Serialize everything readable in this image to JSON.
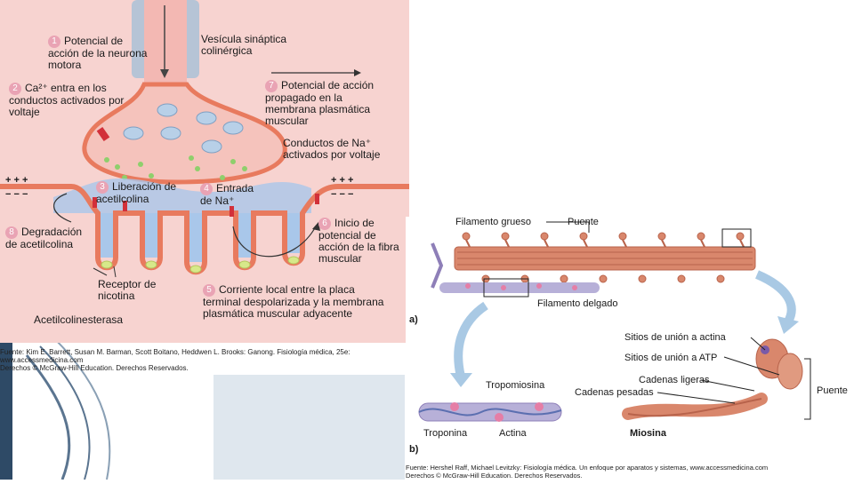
{
  "nmj": {
    "steps": [
      {
        "n": "1",
        "text": "Potencial de acción de la neurona motora"
      },
      {
        "n": "2",
        "text": "Ca²⁺ entra en los conductos activados por voltaje"
      },
      {
        "n": "3",
        "text": "Liberación de acetilcolina"
      },
      {
        "n": "4",
        "text": "Entrada de Na⁺"
      },
      {
        "n": "5",
        "text": "Corriente local entre la placa terminal despolarizada y la membrana plasmática muscular adyacente"
      },
      {
        "n": "6",
        "text": "Inicio de potencial de acción de la fibra muscular"
      },
      {
        "n": "7",
        "text": "Potencial de acción propagado en la membrana plasmática muscular"
      },
      {
        "n": "8",
        "text": "Degradación de acetilcolina"
      }
    ],
    "labels": {
      "vesicle": "Vesícula sináptica colinérgica",
      "na_channels": "Conductos de Na⁺ activados por voltaje",
      "receptor": "Receptor de nicotina",
      "ache": "Acetilcolinesterasa"
    },
    "credit": {
      "line1": "Fuente: Kim E. Barrett, Susan M. Barman, Scott Boitano, Heddwen L. Brooks: Ganong. Fisiología médica, 25e:",
      "line2": "www.accessmedicina.com",
      "line3": "Derechos © McGraw-Hill Education. Derechos Reservados."
    }
  },
  "sarcomere": {
    "labels": {
      "thick": "Filamento grueso",
      "bridge": "Puente",
      "thin": "Filamento delgado",
      "panel_a": "a)",
      "panel_b": "b)",
      "tropomyosin": "Tropomiosina",
      "troponin": "Troponina",
      "actin": "Actina",
      "actin_sites": "Sitios de unión a actina",
      "atp_sites": "Sitios de unión a ATP",
      "light_chains": "Cadenas ligeras",
      "heavy_chains": "Cadenas pesadas",
      "bridge_right": "Puente",
      "myosin": "Miosina"
    },
    "credit": {
      "line1": "Fuente: Hershel Raff, Michael Levitzky: Fisiología médica. Un enfoque por aparatos y sistemas, www.accessmedicina.com",
      "line2": "Derechos © McGraw-Hill Education. Derechos Reservados."
    }
  },
  "colors": {
    "nmj_background": "#f7d3d0",
    "muscle": "#e87a5e",
    "cleft": "#a9c7ea",
    "slide_accent": "#2e4a66"
  }
}
